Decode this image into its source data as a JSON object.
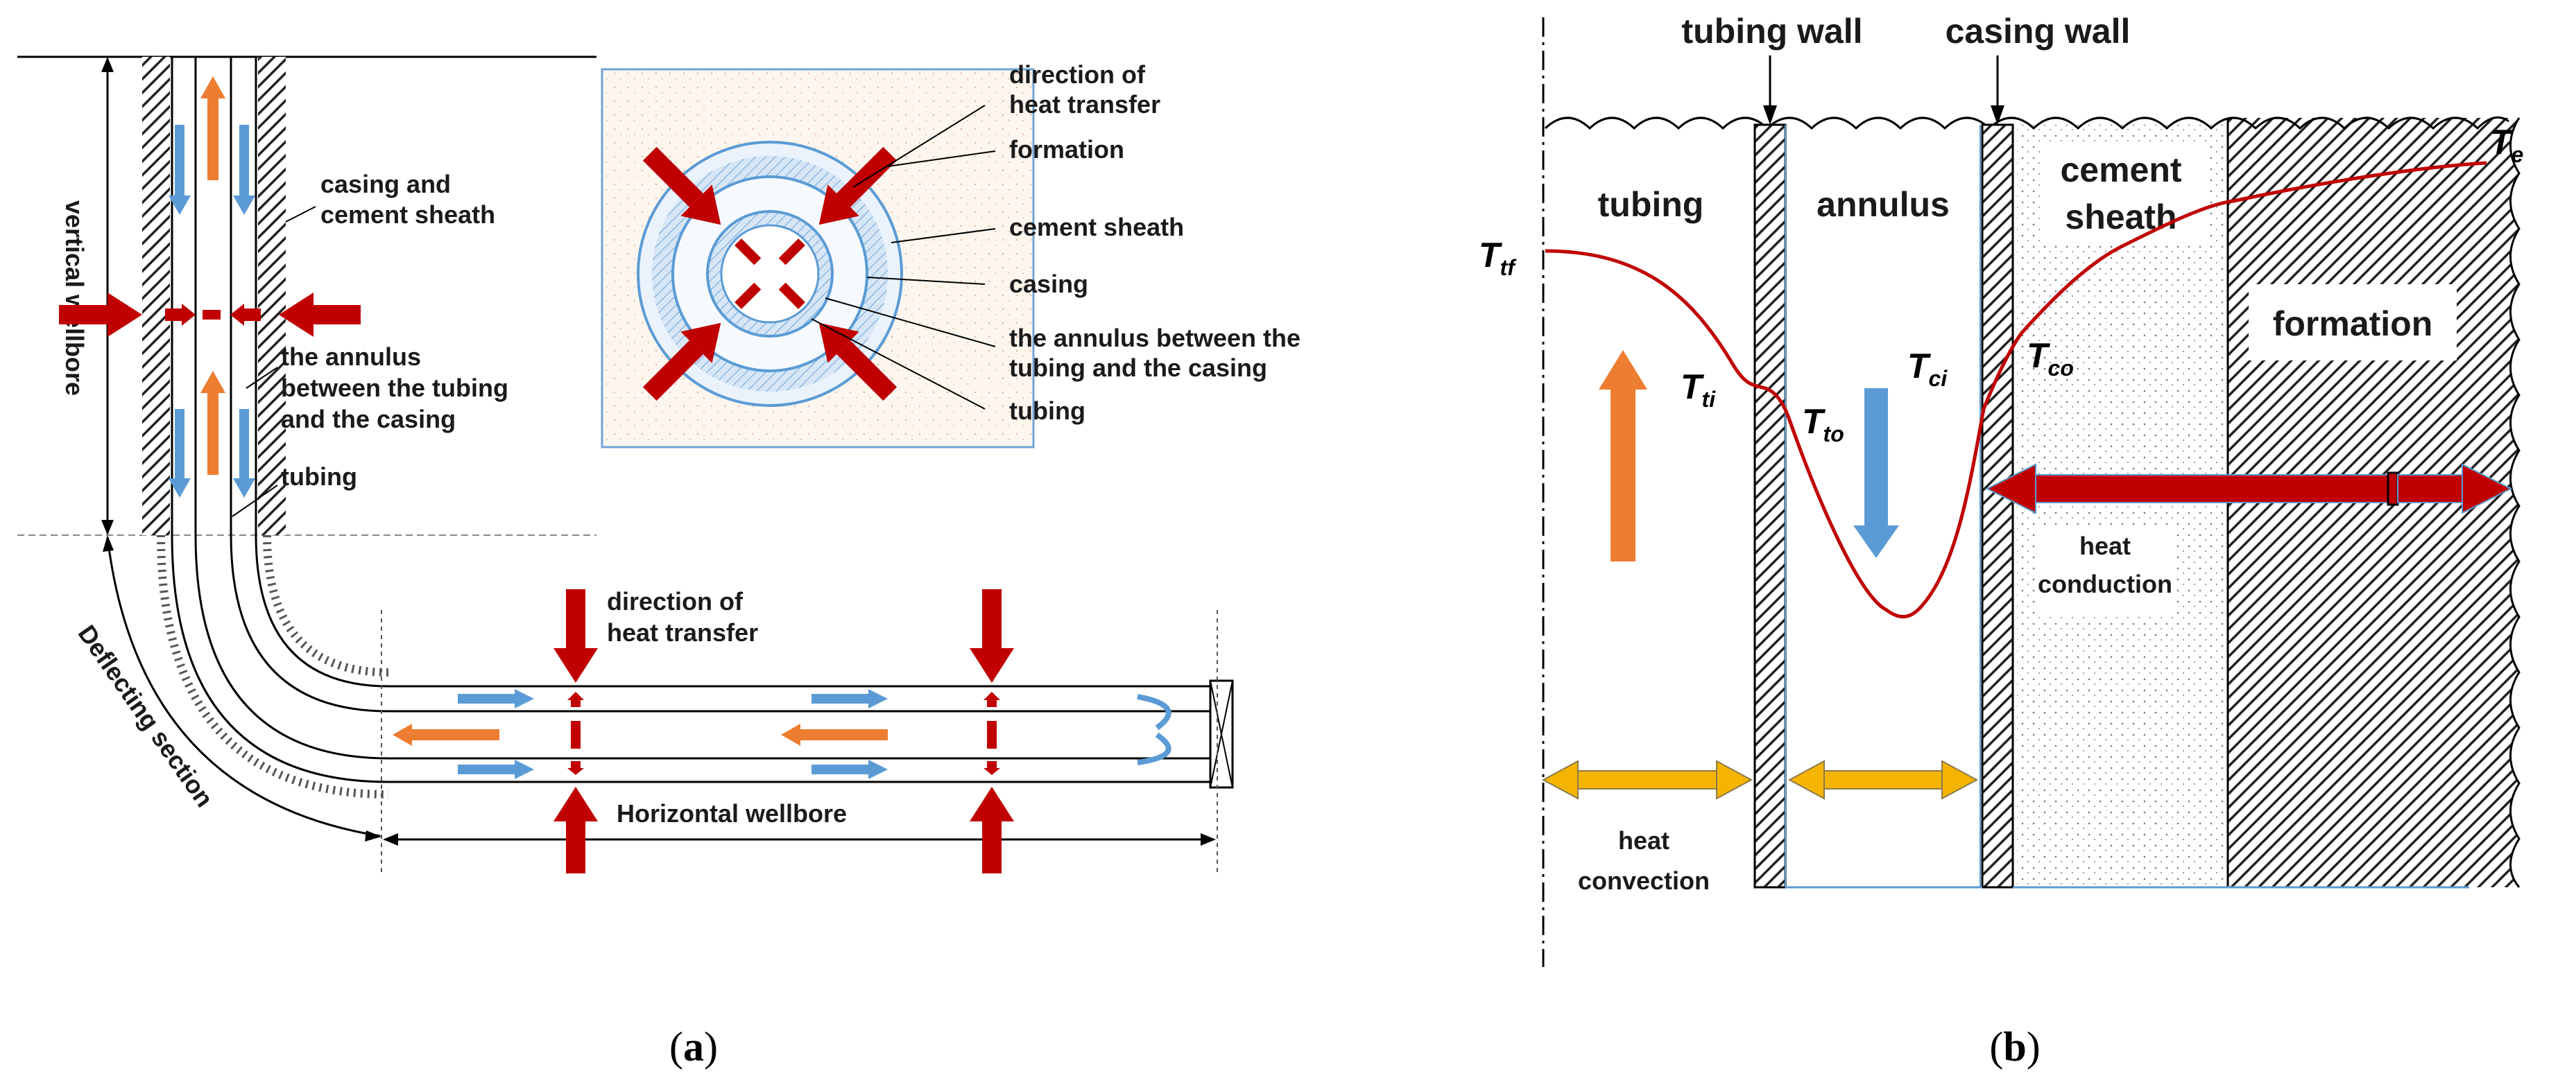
{
  "panel_a": {
    "caption_open": "(",
    "caption_letter": "a",
    "caption_close": ")",
    "vertical_wellbore": "vertical wellbore",
    "casing_cement_1": "casing and",
    "casing_cement_2": "cement sheath",
    "annulus_1": "the annulus",
    "annulus_2": "between the tubing",
    "annulus_3": "and the casing",
    "tubing": "tubing",
    "deflecting_section": "Deflecting section",
    "heat_transfer_1": "direction of",
    "heat_transfer_2": "heat transfer",
    "horizontal_wellbore": "Horizontal wellbore",
    "inset": {
      "direction_1": "direction of",
      "direction_2": "heat transfer",
      "formation": "formation",
      "cement_sheath": "cement sheath",
      "casing": "casing",
      "annulus_1": "the annulus between the",
      "annulus_2": "tubing and the casing",
      "tubing": "tubing"
    }
  },
  "panel_b": {
    "caption_open": "(",
    "caption_letter": "b",
    "caption_close": ")",
    "tubing_wall": "tubing wall",
    "casing_wall": "casing wall",
    "tubing": "tubing",
    "annulus": "annulus",
    "cement_1": "cement",
    "cement_2": "sheath",
    "formation": "formation",
    "heat_conduction_1": "heat",
    "heat_conduction_2": "conduction",
    "heat_convection_1": "heat",
    "heat_convection_2": "convection",
    "symbols": {
      "T": "T",
      "tf": "tf",
      "ti": "ti",
      "to": "to",
      "ci": "ci",
      "co": "co",
      "e": "e"
    }
  },
  "colors": {
    "red": "#c00000",
    "blue": "#5b9bd5",
    "orange": "#ed7d31",
    "gold": "#f5b400",
    "light_blue": "#9dc3e6"
  }
}
